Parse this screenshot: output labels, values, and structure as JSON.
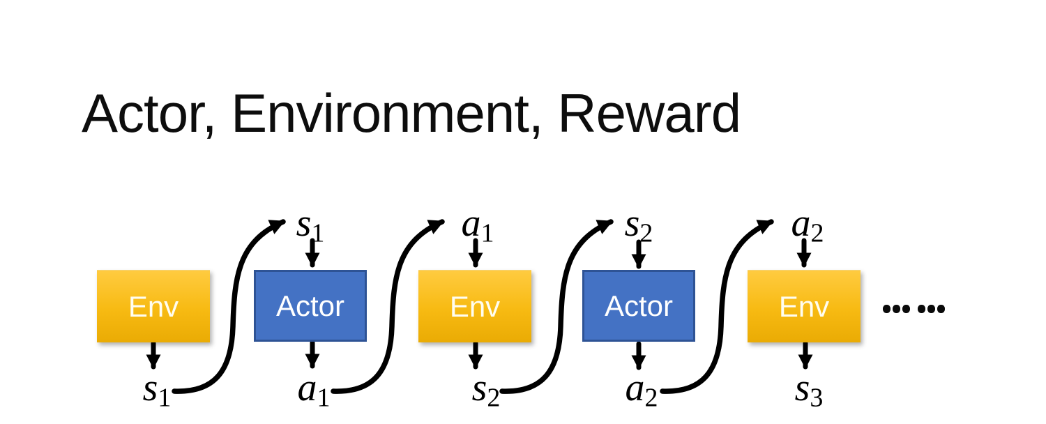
{
  "slide": {
    "title": "Actor, Environment, Reward"
  },
  "diagram": {
    "boxes": [
      {
        "id": "env-1",
        "type": "env",
        "label": "Env"
      },
      {
        "id": "actor-1",
        "type": "actor",
        "label": "Actor"
      },
      {
        "id": "env-2",
        "type": "env",
        "label": "Env"
      },
      {
        "id": "actor-2",
        "type": "actor",
        "label": "Actor"
      },
      {
        "id": "env-3",
        "type": "env",
        "label": "Env"
      }
    ],
    "top_labels": [
      {
        "letter": "s",
        "sub": "1"
      },
      {
        "letter": "a",
        "sub": "1"
      },
      {
        "letter": "s",
        "sub": "2"
      },
      {
        "letter": "a",
        "sub": "2"
      }
    ],
    "bottom_labels": [
      {
        "letter": "s",
        "sub": "1"
      },
      {
        "letter": "a",
        "sub": "1"
      },
      {
        "letter": "s",
        "sub": "2"
      },
      {
        "letter": "a",
        "sub": "2"
      },
      {
        "letter": "s",
        "sub": "3"
      }
    ],
    "ellipsis": "……"
  },
  "colors": {
    "env_top": "#FFCB40",
    "env_bottom": "#EAAB04",
    "actor_fill": "#4472C4",
    "actor_border": "#2E5395",
    "arrow": "#000000"
  }
}
